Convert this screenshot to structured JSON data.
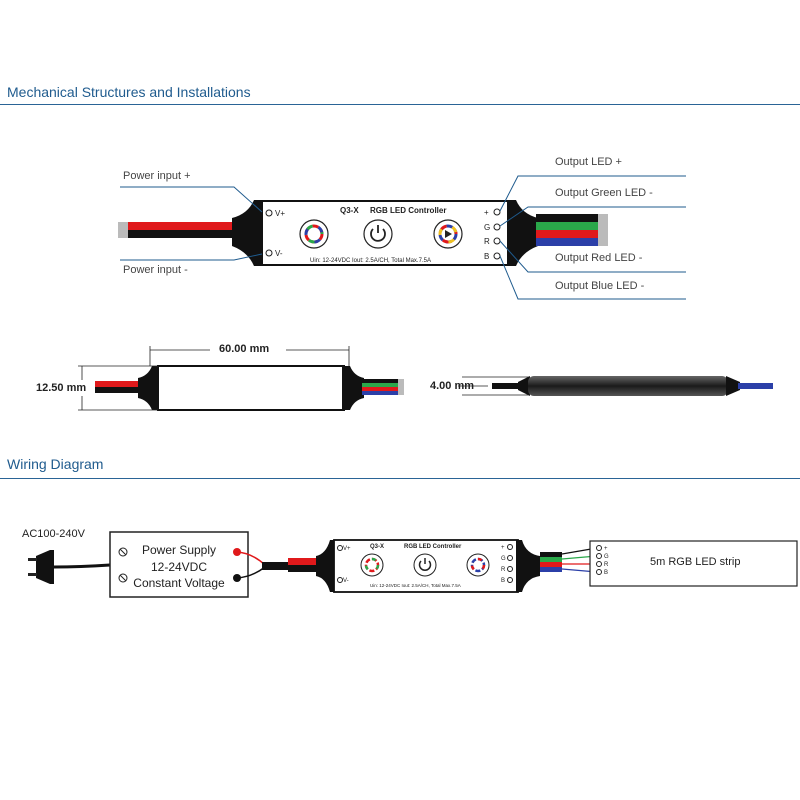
{
  "sections": {
    "mechanical_title": "Mechanical Structures and Installations",
    "wiring_title": "Wiring Diagram"
  },
  "controller": {
    "model": "Q3-X",
    "name": "RGB LED Controller",
    "specs": "Uin: 12-24VDC  Iout: 2.5A/CH, Total Max.7.5A",
    "pin_vplus": "V+",
    "pin_vminus": "V-",
    "pin_plus": "+",
    "pin_g": "G",
    "pin_r": "R",
    "pin_b": "B"
  },
  "labels": {
    "power_plus": "Power input +",
    "power_minus": "Power input -",
    "out_plus": "Output LED +",
    "out_green": "Output Green LED -",
    "out_red": "Output Red LED -",
    "out_blue": "Output Blue LED -"
  },
  "dimensions": {
    "length": "60.00 mm",
    "width": "12.50 mm",
    "thickness": "4.00 mm"
  },
  "wiring": {
    "ac_label": "AC100-240V",
    "psu_line1": "Power Supply",
    "psu_line2": "12-24VDC",
    "psu_line3": "Constant Voltage",
    "strip_label": "5m RGB LED strip"
  },
  "colors": {
    "accent": "#1f5b8e",
    "wire_red": "#e0191b",
    "wire_green": "#2aa84a",
    "wire_blue": "#2b3fa8",
    "body": "#111111"
  }
}
